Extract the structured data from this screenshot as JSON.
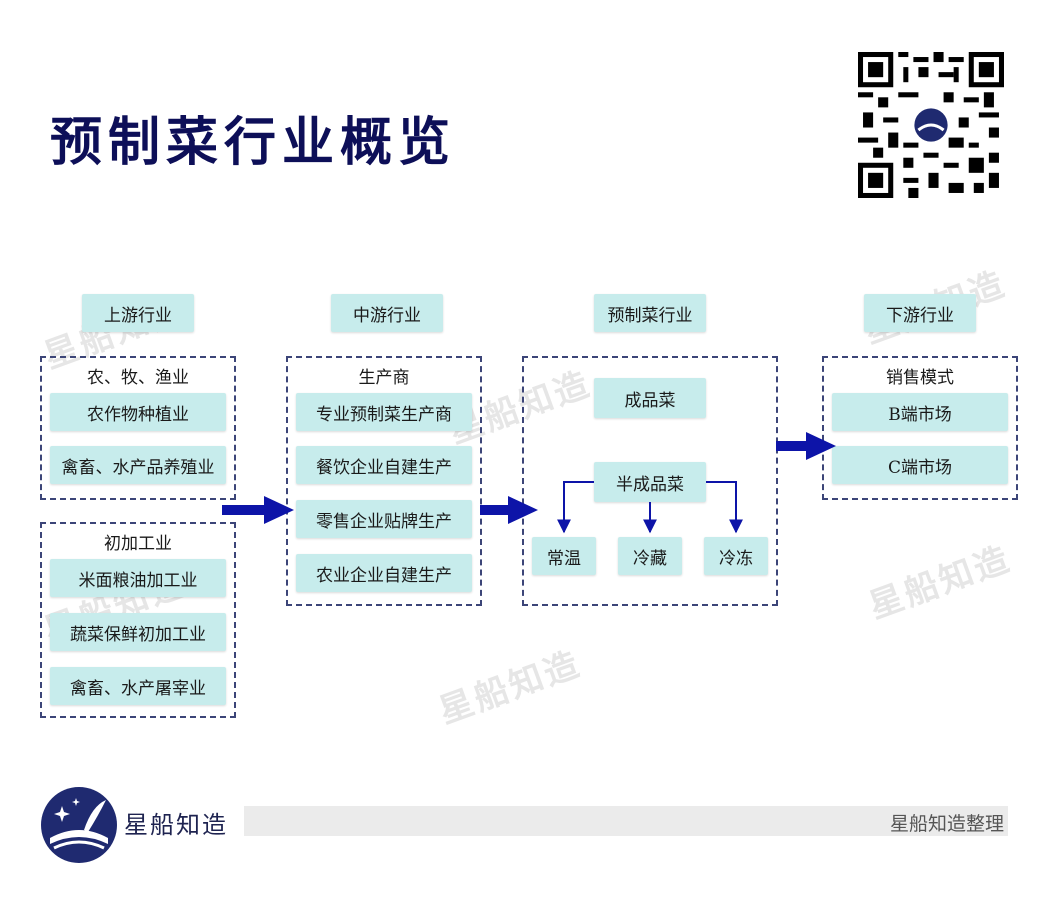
{
  "title": "预制菜行业概览",
  "watermark": "星船知造",
  "headers": {
    "upstream": "上游行业",
    "midstream": "中游行业",
    "prepared": "预制菜行业",
    "downstream": "下游行业"
  },
  "upstream": {
    "group1": {
      "title": "农、牧、渔业",
      "items": [
        "农作物种植业",
        "禽畜、水产品养殖业"
      ]
    },
    "group2": {
      "title": "初加工业",
      "items": [
        "米面粮油加工业",
        "蔬菜保鲜初加工业",
        "禽畜、水产屠宰业"
      ]
    }
  },
  "midstream": {
    "title": "生产商",
    "items": [
      "专业预制菜生产商",
      "餐饮企业自建生产",
      "零售企业贴牌生产",
      "农业企业自建生产"
    ]
  },
  "prepared": {
    "finished": "成品菜",
    "semi": "半成品菜",
    "types": [
      "常温",
      "冷藏",
      "冷冻"
    ]
  },
  "downstream": {
    "title": "销售模式",
    "items": [
      "B端市场",
      "C端市场"
    ]
  },
  "footer": {
    "brand": "星船知造",
    "note": "星船知造整理"
  },
  "colors": {
    "title": "#0d0f58",
    "box": "#c7ecec",
    "dash": "#3c4578",
    "arrow": "#0d14a8"
  }
}
